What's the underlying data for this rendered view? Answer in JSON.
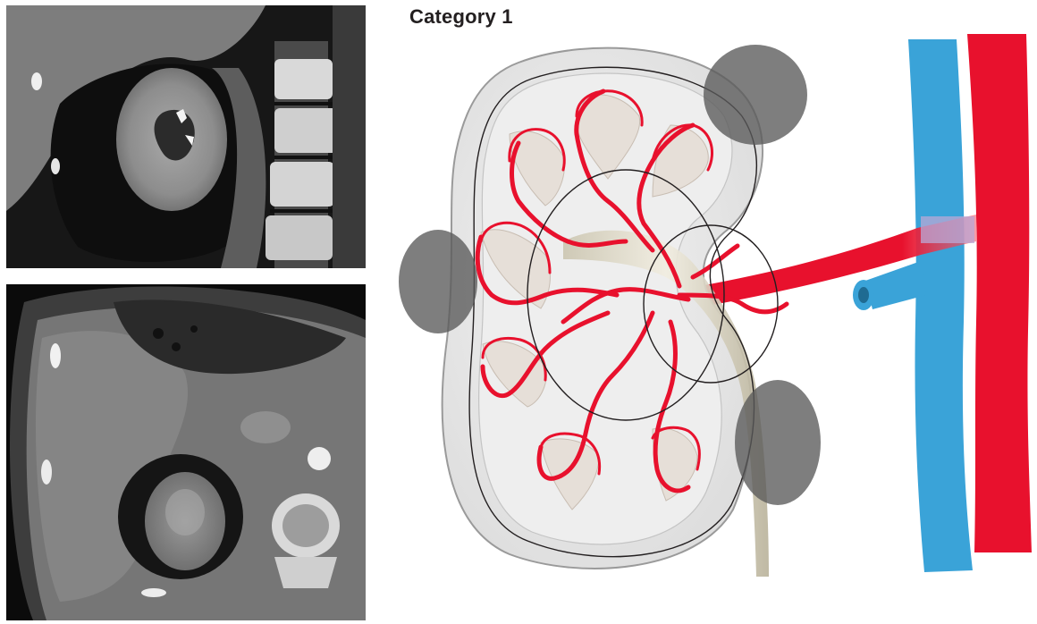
{
  "diagram": {
    "title": "Category 1"
  },
  "colors": {
    "artery": "#e8112d",
    "vein": "#3aa3d8",
    "kidney_capsule": "#e3e3e3",
    "ureter": "#d8d3c2",
    "tumor_overlay": "#5a5a5a",
    "ct_background": "#0b0b0b"
  },
  "panels": [
    {
      "name": "ct-coronal-view",
      "type": "image"
    },
    {
      "name": "ct-axial-view",
      "type": "image"
    },
    {
      "name": "kidney-vascular-diagram",
      "type": "illustration"
    }
  ]
}
